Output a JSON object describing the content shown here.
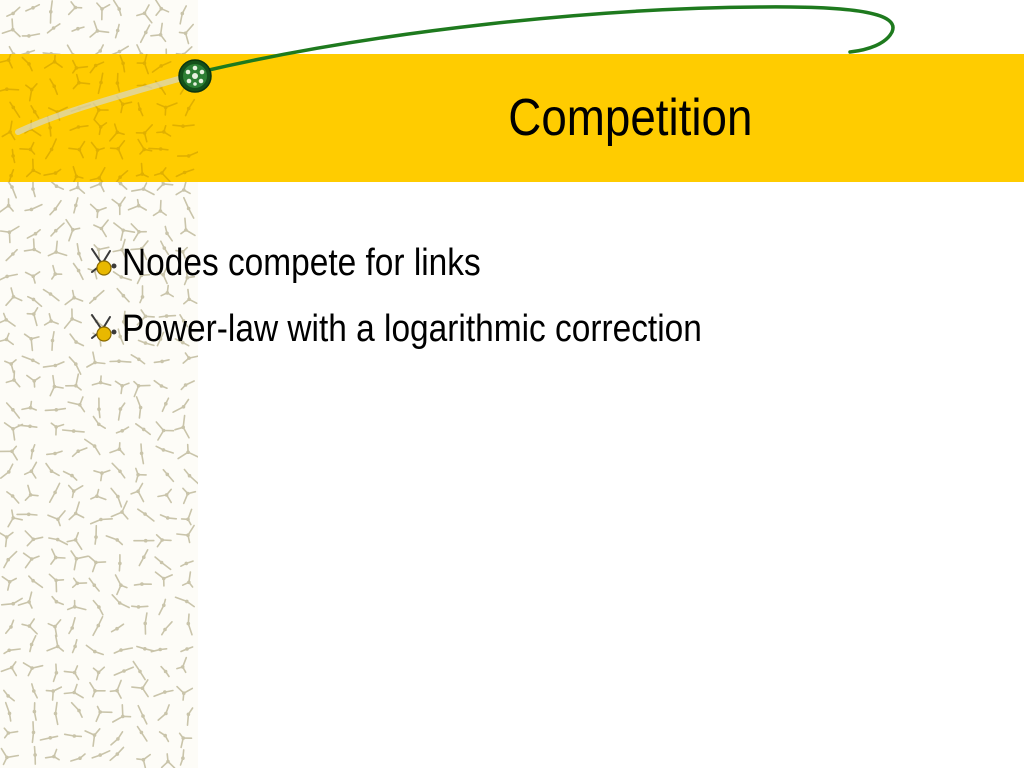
{
  "slide": {
    "title": "Competition",
    "bullets": [
      {
        "text": "Nodes compete for links",
        "icon": "molecule-bullet-icon"
      },
      {
        "text": "Power-law with a logarithmic correction",
        "icon": "molecule-bullet-icon"
      }
    ]
  },
  "theme": {
    "title_band_color": "#ffcc00",
    "swoosh_color": "#1e7a1e",
    "pattern_color": "#c9c4aa",
    "bullet_color": "#e8b800"
  },
  "decor": {
    "left_strip": "molecule-pattern",
    "ornament": "network-node-icon"
  }
}
